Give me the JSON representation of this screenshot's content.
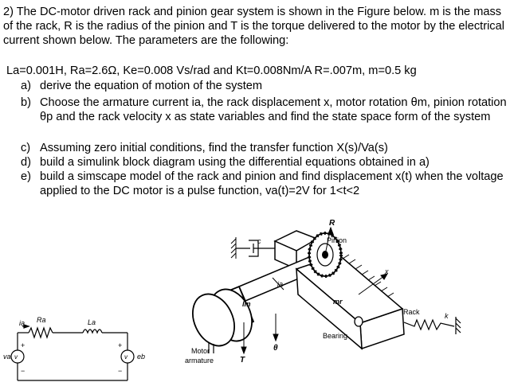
{
  "question": {
    "intro": "2) The DC-motor driven rack and pinion gear system is shown in the Figure below.  m is the mass of the rack, R is the radius of the pinion and T is the torque delivered to the motor by the electrical current shown below.  The parameters are the following:",
    "params": "La=0.001H, Ra=2.6Ω, Ke=0.008 Vs/rad and Kt=0.008Nm/A  R=.007m, m=0.5 kg",
    "items": [
      {
        "label": "a)",
        "text": "derive the equation of motion of the system"
      },
      {
        "label": "b)",
        "text": "Choose the armature current ia, the rack displacement x, motor rotation θm, pinion rotation θp and the rack velocity x as state variables and find the state space form of the system"
      },
      {
        "label": "c)",
        "text": "Assuming zero initial conditions, find the transfer function X(s)/Va(s)"
      },
      {
        "label": "d)",
        "text": "build a simulink block diagram using the differential equations obtained in a)"
      },
      {
        "label": "e)",
        "text": "build a simscape model of the rack and pinion and find displacement x(t) when the voltage applied to the DC motor is a pulse function, va(t)=2V for 1<t<2"
      }
    ]
  },
  "figure": {
    "labels": {
      "R": "R",
      "pinion": "Pinion",
      "rack": "Rack",
      "bearing": "Bearing",
      "mr": "mr",
      "im": "Im",
      "ia": "ia",
      "c": "c",
      "x": "x",
      "k": "k",
      "T": "T",
      "theta": "θ",
      "motor_line1": "Motor",
      "motor_line2": "armature"
    }
  },
  "circuit": {
    "labels": {
      "ia": "ia",
      "Ra": "Ra",
      "La": "La",
      "va": "va",
      "v": "v",
      "eb": "eb",
      "plus": "+",
      "minus": "−"
    }
  }
}
